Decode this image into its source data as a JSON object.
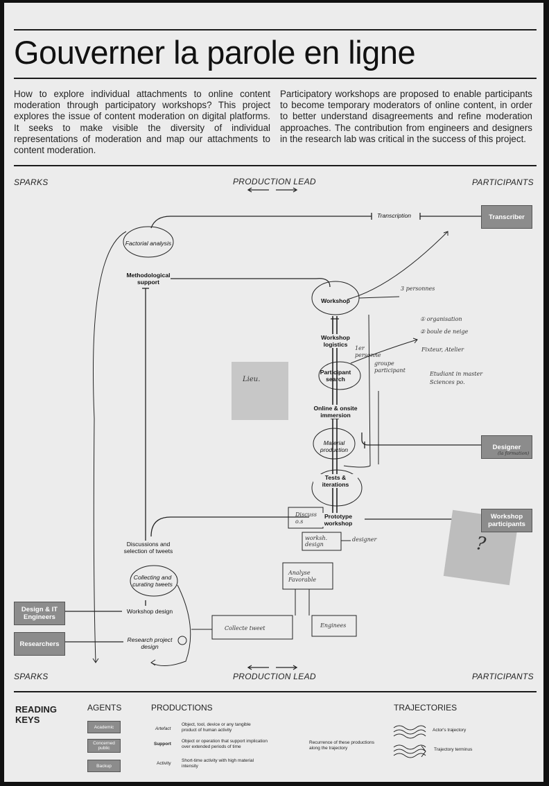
{
  "title": "Gouverner la parole en ligne",
  "intro": {
    "left": "How to explore individual attachments to online content moderation through participatory workshops? This project explores the issue of content moderation on digital platforms. It seeks to make visible the diversity of individual representations of moderation and map our attachments to content moderation.",
    "right": "Participatory workshops are proposed to enable participants to become temporary moderators of online content, in order to better understand disagreements and refine moderation approaches. The contribution from engineers and designers in the research lab was critical in the success of this project."
  },
  "lanes": {
    "sparks": "SPARKS",
    "production_lead": "PRODUCTION LEAD",
    "participants": "PARTICIPANTS"
  },
  "agents": {
    "transcriber": "Transcriber",
    "designer": "Designer",
    "workshop_participants": "Workshop participants",
    "design_it": "Design & IT Engineers",
    "researchers": "Researchers"
  },
  "nodes": {
    "transcription": "Transcription",
    "factorial_analysis": "Factorial analysis",
    "methodological_support": "Methodological support",
    "workshop": "Workshop",
    "workshop_logistics": "Workshop logistics",
    "participant_search": "Participant search",
    "online_onsite": "Online & onsite immersion",
    "material_production": "Material production",
    "tests_iterations": "Tests & iterations",
    "prototype_workshop": "Prototype workshop",
    "discussions": "Discussions and selection of tweets",
    "collecting": "Collecting and curating tweets",
    "workshop_design": "Workshop design",
    "research_project_design": "Research project design"
  },
  "handwriting": {
    "personnes": "3 personnes",
    "organisation": "① organisation",
    "boule": "② boule de neige",
    "fixteur": "Fixteur, Atelier",
    "etudiant": "Etudiant in master Sciences po.",
    "premier": "1er personne",
    "groupe": "groupe participant",
    "lieu": "Lieu.",
    "formation": "(la formation)",
    "discuss": "Discuss o.s",
    "worksh": "worksh. design",
    "designer": "designer",
    "analyse": "Analyse Favorable",
    "collecte": "Collecte tweet",
    "enginees": "Enginees",
    "question": "?"
  },
  "key": {
    "heading": "READING KEYS",
    "agents_h": "AGENTS",
    "productions_h": "PRODUCTIONS",
    "trajectories_h": "TRAJECTORIES",
    "academic": "Academic",
    "concerned": "Concerned public",
    "backup": "Backup",
    "artefact": "Artefact",
    "artefact_desc": "Object, tool, device or any tangible product of human activity",
    "support": "Support",
    "support_desc": "Object or operation that support implication over extended periods of time",
    "activity": "Activity",
    "activity_desc": "Short-time activity with high material intensity",
    "recurrence": "Recurrence of these productions along the trajectory",
    "actor_traj": "Actor's trajectory",
    "terminus": "Trajectory terminus"
  }
}
